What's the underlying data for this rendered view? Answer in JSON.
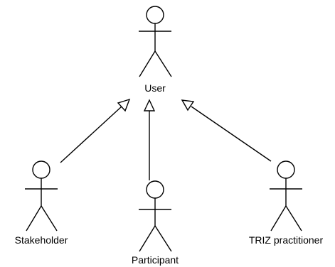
{
  "diagram": {
    "type": "use-case actor generalization",
    "actors": {
      "user": {
        "label": "User"
      },
      "stakeholder": {
        "label": "Stakeholder"
      },
      "participant": {
        "label": "Participant"
      },
      "triz": {
        "label": "TRIZ practitioner"
      }
    },
    "relations": [
      {
        "from": "Stakeholder",
        "to": "User",
        "kind": "generalization"
      },
      {
        "from": "Participant",
        "to": "User",
        "kind": "generalization"
      },
      {
        "from": "TRIZ practitioner",
        "to": "User",
        "kind": "generalization"
      }
    ],
    "colors": {
      "stroke": "#000000",
      "background": "#ffffff"
    }
  }
}
